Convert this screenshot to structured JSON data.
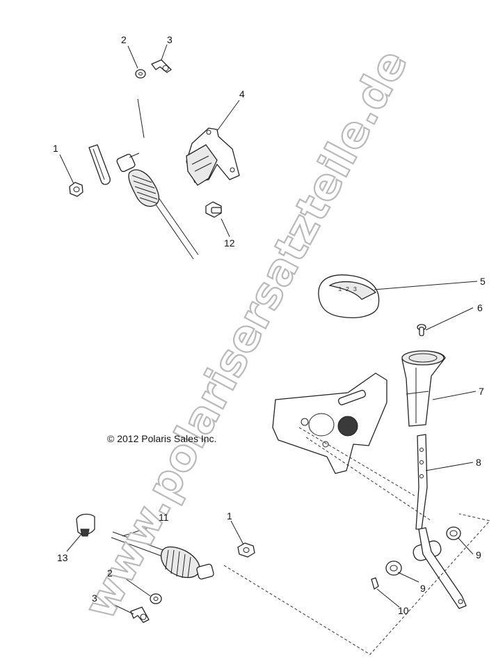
{
  "copyright": "© 2012 Polaris Sales Inc.",
  "watermark": "www.polarisersatzteile.de",
  "callouts": {
    "c1a": "1",
    "c2a": "2",
    "c3a": "3",
    "c4": "4",
    "c12": "12",
    "c5": "5",
    "c6": "6",
    "c7": "7",
    "c8": "8",
    "c9a": "9",
    "c9b": "9",
    "c10": "10",
    "c11": "11",
    "c1b": "1",
    "c13": "13",
    "c2b": "2",
    "c3b": "3"
  }
}
